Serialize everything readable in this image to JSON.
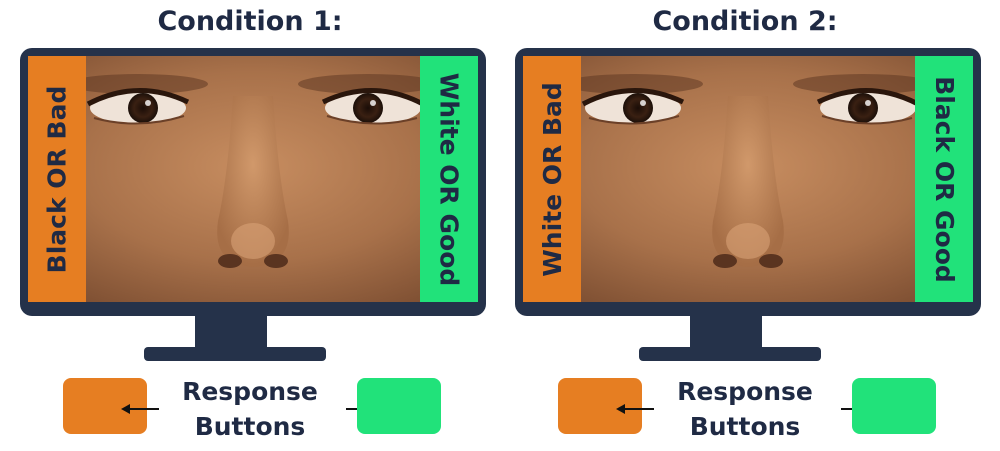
{
  "colors": {
    "orange": "#e67e22",
    "green": "#21e27a",
    "navy": "#1f2a44",
    "monitor": "#25324a"
  },
  "conditions": [
    {
      "title": "Condition 1:",
      "left_label": "Black OR Bad",
      "right_label": "White OR Good"
    },
    {
      "title": "Condition 2:",
      "left_label": "White OR Bad",
      "right_label": "Black OR Good"
    }
  ],
  "response": {
    "line1": "Response",
    "line2": "Buttons"
  }
}
